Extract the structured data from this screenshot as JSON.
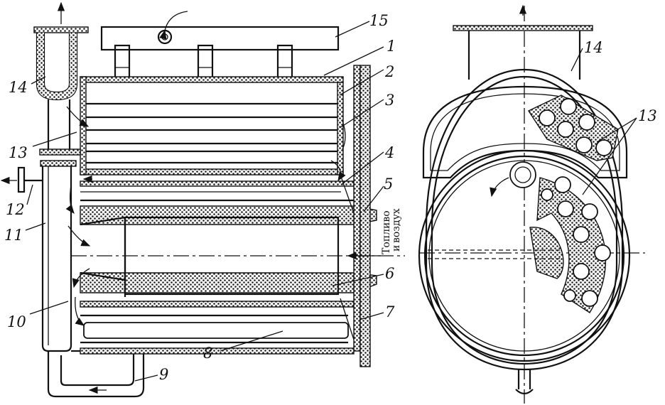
{
  "callouts": [
    "1",
    "2",
    "3",
    "4",
    "5",
    "6",
    "7",
    "8",
    "9",
    "10",
    "11",
    "12",
    "13",
    "14",
    "15",
    "13",
    "14"
  ],
  "side_label": {
    "fuel": "Топливо",
    "and": "и",
    "air": "воздух"
  },
  "colors": {
    "ink": "#111111",
    "background": "#ffffff"
  }
}
